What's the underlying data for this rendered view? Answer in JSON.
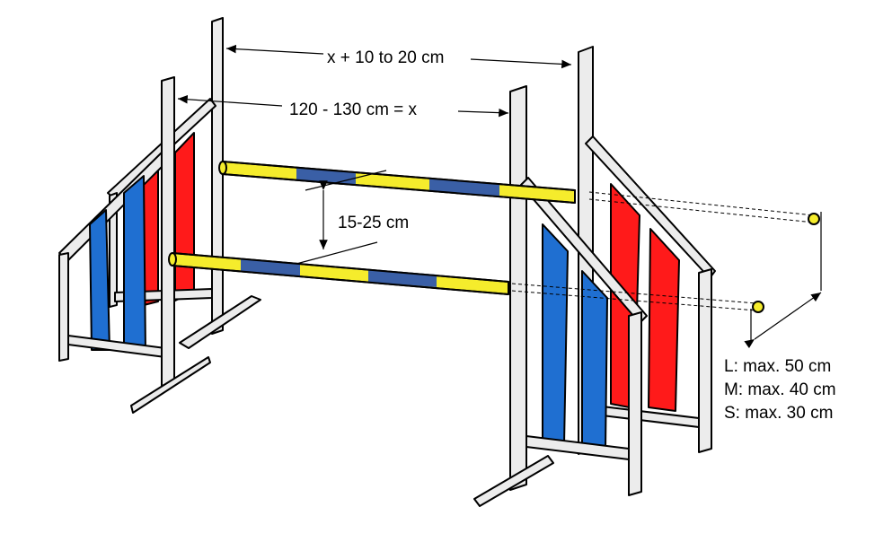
{
  "labels": {
    "top_width": "x + 10 to 20 cm",
    "bottom_width": "120 - 130 cm = x",
    "bar_gap": "15-25 cm",
    "spread_large": "L: max. 50 cm",
    "spread_medium": "M: max. 40 cm",
    "spread_small": "S: max. 30 cm"
  },
  "colors": {
    "wing_red": "#ff1a1a",
    "wing_blue": "#1f6fd1",
    "pole_yellow": "#f5ec2c",
    "pole_blue": "#3a5fa6",
    "post_fill": "#ececec",
    "marker_yellow": "#f5ec2c"
  }
}
